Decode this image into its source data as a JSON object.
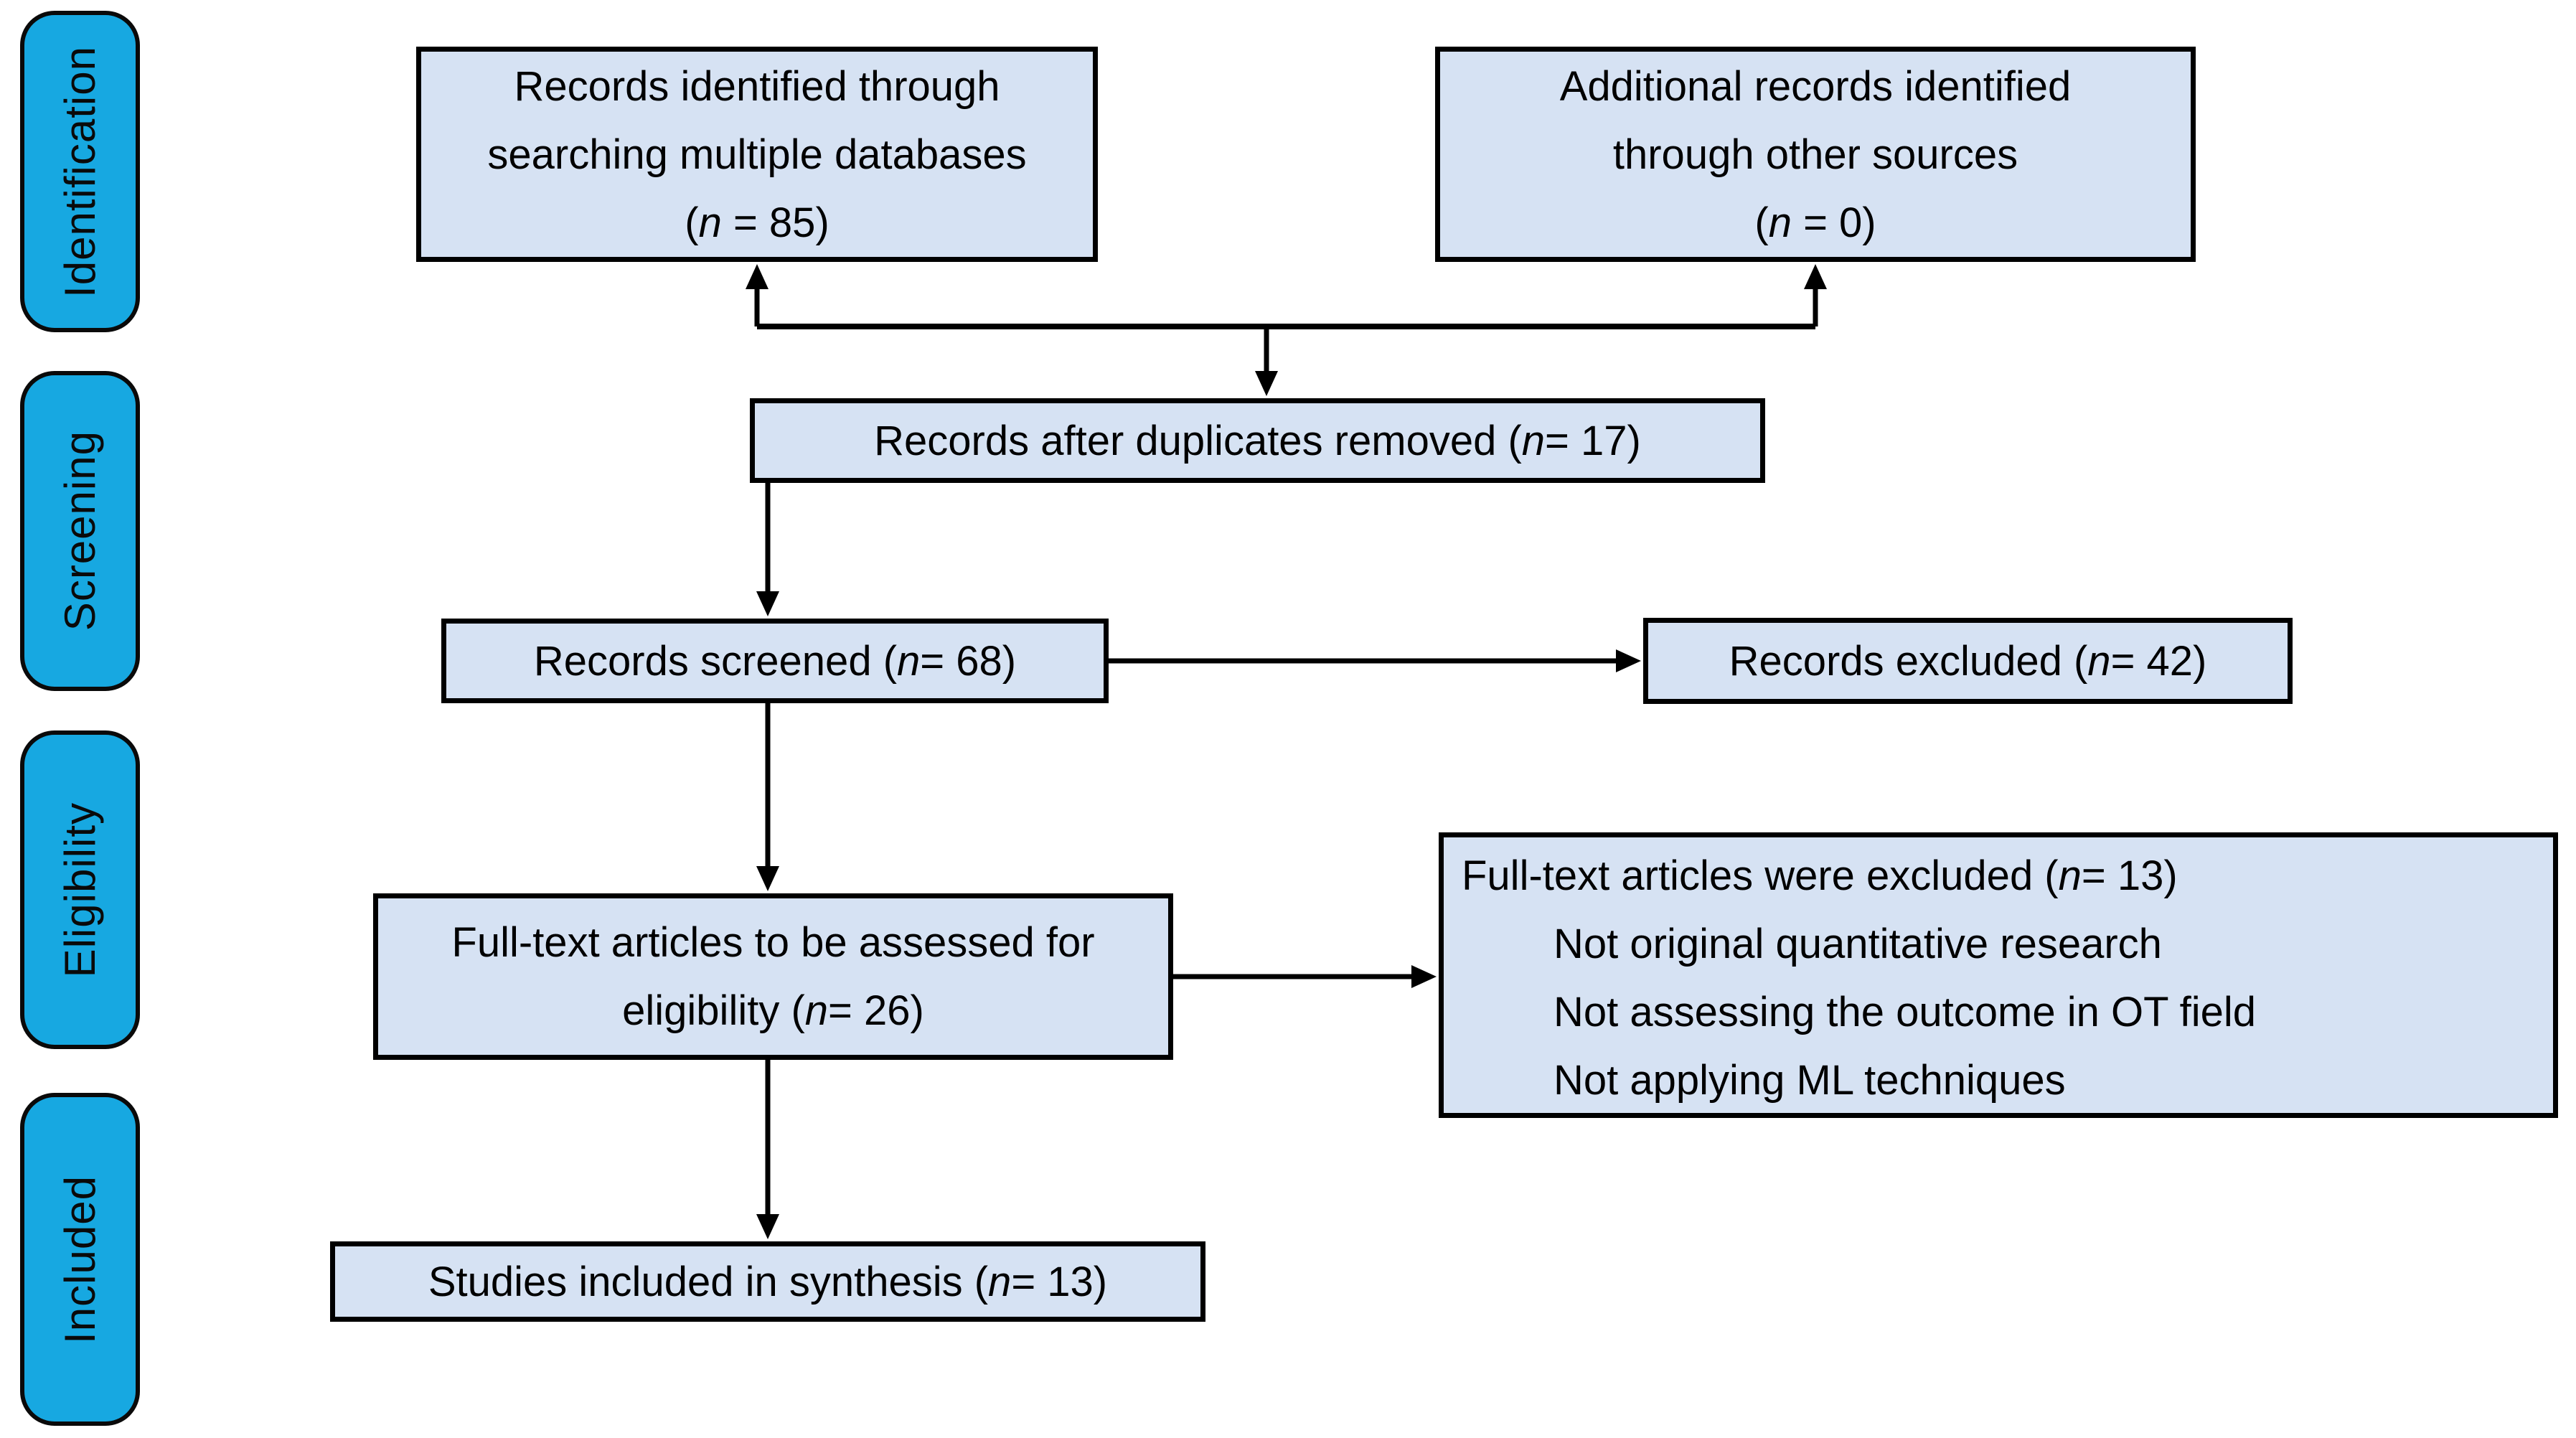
{
  "figure": {
    "title": "PRISMA flow diagram",
    "type": "flowchart"
  },
  "colors": {
    "stage_fill": "#17A8E1",
    "node_fill": "#D6E2F3",
    "node_border": "#000000",
    "text": "#000000",
    "background": "#FFFFFF"
  },
  "sidebar": {
    "stages": [
      {
        "label": "Identification"
      },
      {
        "label": "Screening"
      },
      {
        "label": "Eligibility"
      },
      {
        "label": "Included"
      }
    ]
  },
  "nodes": {
    "identified": {
      "count": 85,
      "lines": [
        {
          "segments": [
            {
              "text": "Records identified through"
            }
          ]
        },
        {
          "segments": [
            {
              "text": "searching multiple databases"
            }
          ]
        },
        {
          "segments": [
            {
              "text": "("
            },
            {
              "text": "n",
              "italic": true
            },
            {
              "text": " = 85)"
            }
          ]
        }
      ]
    },
    "additional": {
      "count": 0,
      "lines": [
        {
          "segments": [
            {
              "text": "Additional records identified"
            }
          ]
        },
        {
          "segments": [
            {
              "text": "through other sources"
            }
          ]
        },
        {
          "segments": [
            {
              "text": "("
            },
            {
              "text": "n",
              "italic": true
            },
            {
              "text": " = 0)"
            }
          ]
        }
      ]
    },
    "duplicates_removed": {
      "count": 17,
      "lines": [
        {
          "segments": [
            {
              "text": "Records after duplicates removed ("
            },
            {
              "text": "n",
              "italic": true
            },
            {
              "text": "= 17)"
            }
          ]
        }
      ]
    },
    "screened": {
      "count": 68,
      "lines": [
        {
          "segments": [
            {
              "text": "Records screened ("
            },
            {
              "text": "n",
              "italic": true
            },
            {
              "text": "= 68)"
            }
          ]
        }
      ]
    },
    "records_excluded": {
      "count": 42,
      "lines": [
        {
          "segments": [
            {
              "text": "Records excluded ("
            },
            {
              "text": "n",
              "italic": true
            },
            {
              "text": "= 42)"
            }
          ]
        }
      ]
    },
    "fulltext_assessed": {
      "count": 26,
      "lines": [
        {
          "segments": [
            {
              "text": "Full-text articles to be assessed for"
            }
          ]
        },
        {
          "segments": [
            {
              "text": "eligibility ("
            },
            {
              "text": "n",
              "italic": true
            },
            {
              "text": "= 26)"
            }
          ]
        }
      ]
    },
    "fulltext_excluded": {
      "count": 13,
      "lines": [
        {
          "segments": [
            {
              "text": "Full-text articles were excluded ("
            },
            {
              "text": "n",
              "italic": true
            },
            {
              "text": "= 13)"
            }
          ]
        },
        {
          "indent": true,
          "segments": [
            {
              "text": "Not original quantitative research"
            }
          ]
        },
        {
          "indent": true,
          "segments": [
            {
              "text": "Not assessing the outcome in OT field"
            }
          ]
        },
        {
          "indent": true,
          "segments": [
            {
              "text": "Not applying ML techniques"
            }
          ]
        }
      ]
    },
    "included_synthesis": {
      "count": 13,
      "lines": [
        {
          "segments": [
            {
              "text": "Studies included in synthesis ("
            },
            {
              "text": "n",
              "italic": true
            },
            {
              "text": "= 13)"
            }
          ]
        }
      ]
    }
  }
}
